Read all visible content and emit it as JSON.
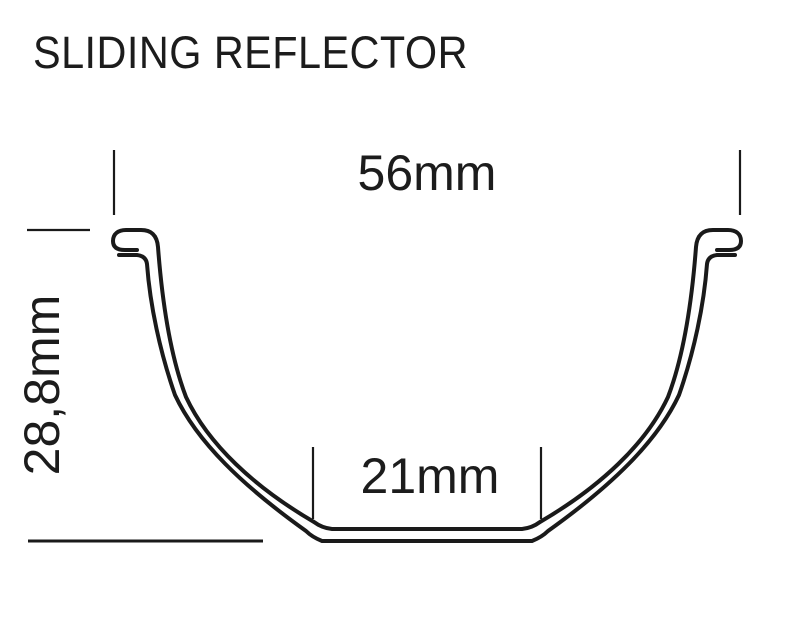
{
  "title": "SLIDING REFLECTOR",
  "profile": {
    "description": "cross-section of sliding reflector channel",
    "dimensions": {
      "top_width": "56mm",
      "height": "28,8mm",
      "bottom_width": "21mm"
    }
  },
  "colors": {
    "line": "#1a1a1a",
    "text": "#1c1c1c",
    "background": "#ffffff"
  }
}
